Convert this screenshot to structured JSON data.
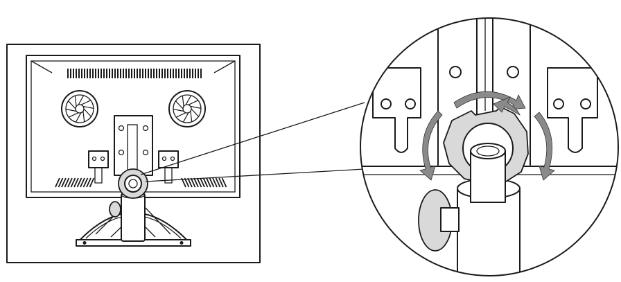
{
  "diagram": {
    "type": "instruction-illustration",
    "subject": "monitor-rear-view-with-stand-and-magnified-rotation-knob",
    "text_labels": [],
    "arrow_count": 4,
    "colors": {
      "line": "#1a1a1a",
      "fill": "#ffffff",
      "shade": "#d9d9d9",
      "arrow": "#8a8a8a"
    }
  }
}
